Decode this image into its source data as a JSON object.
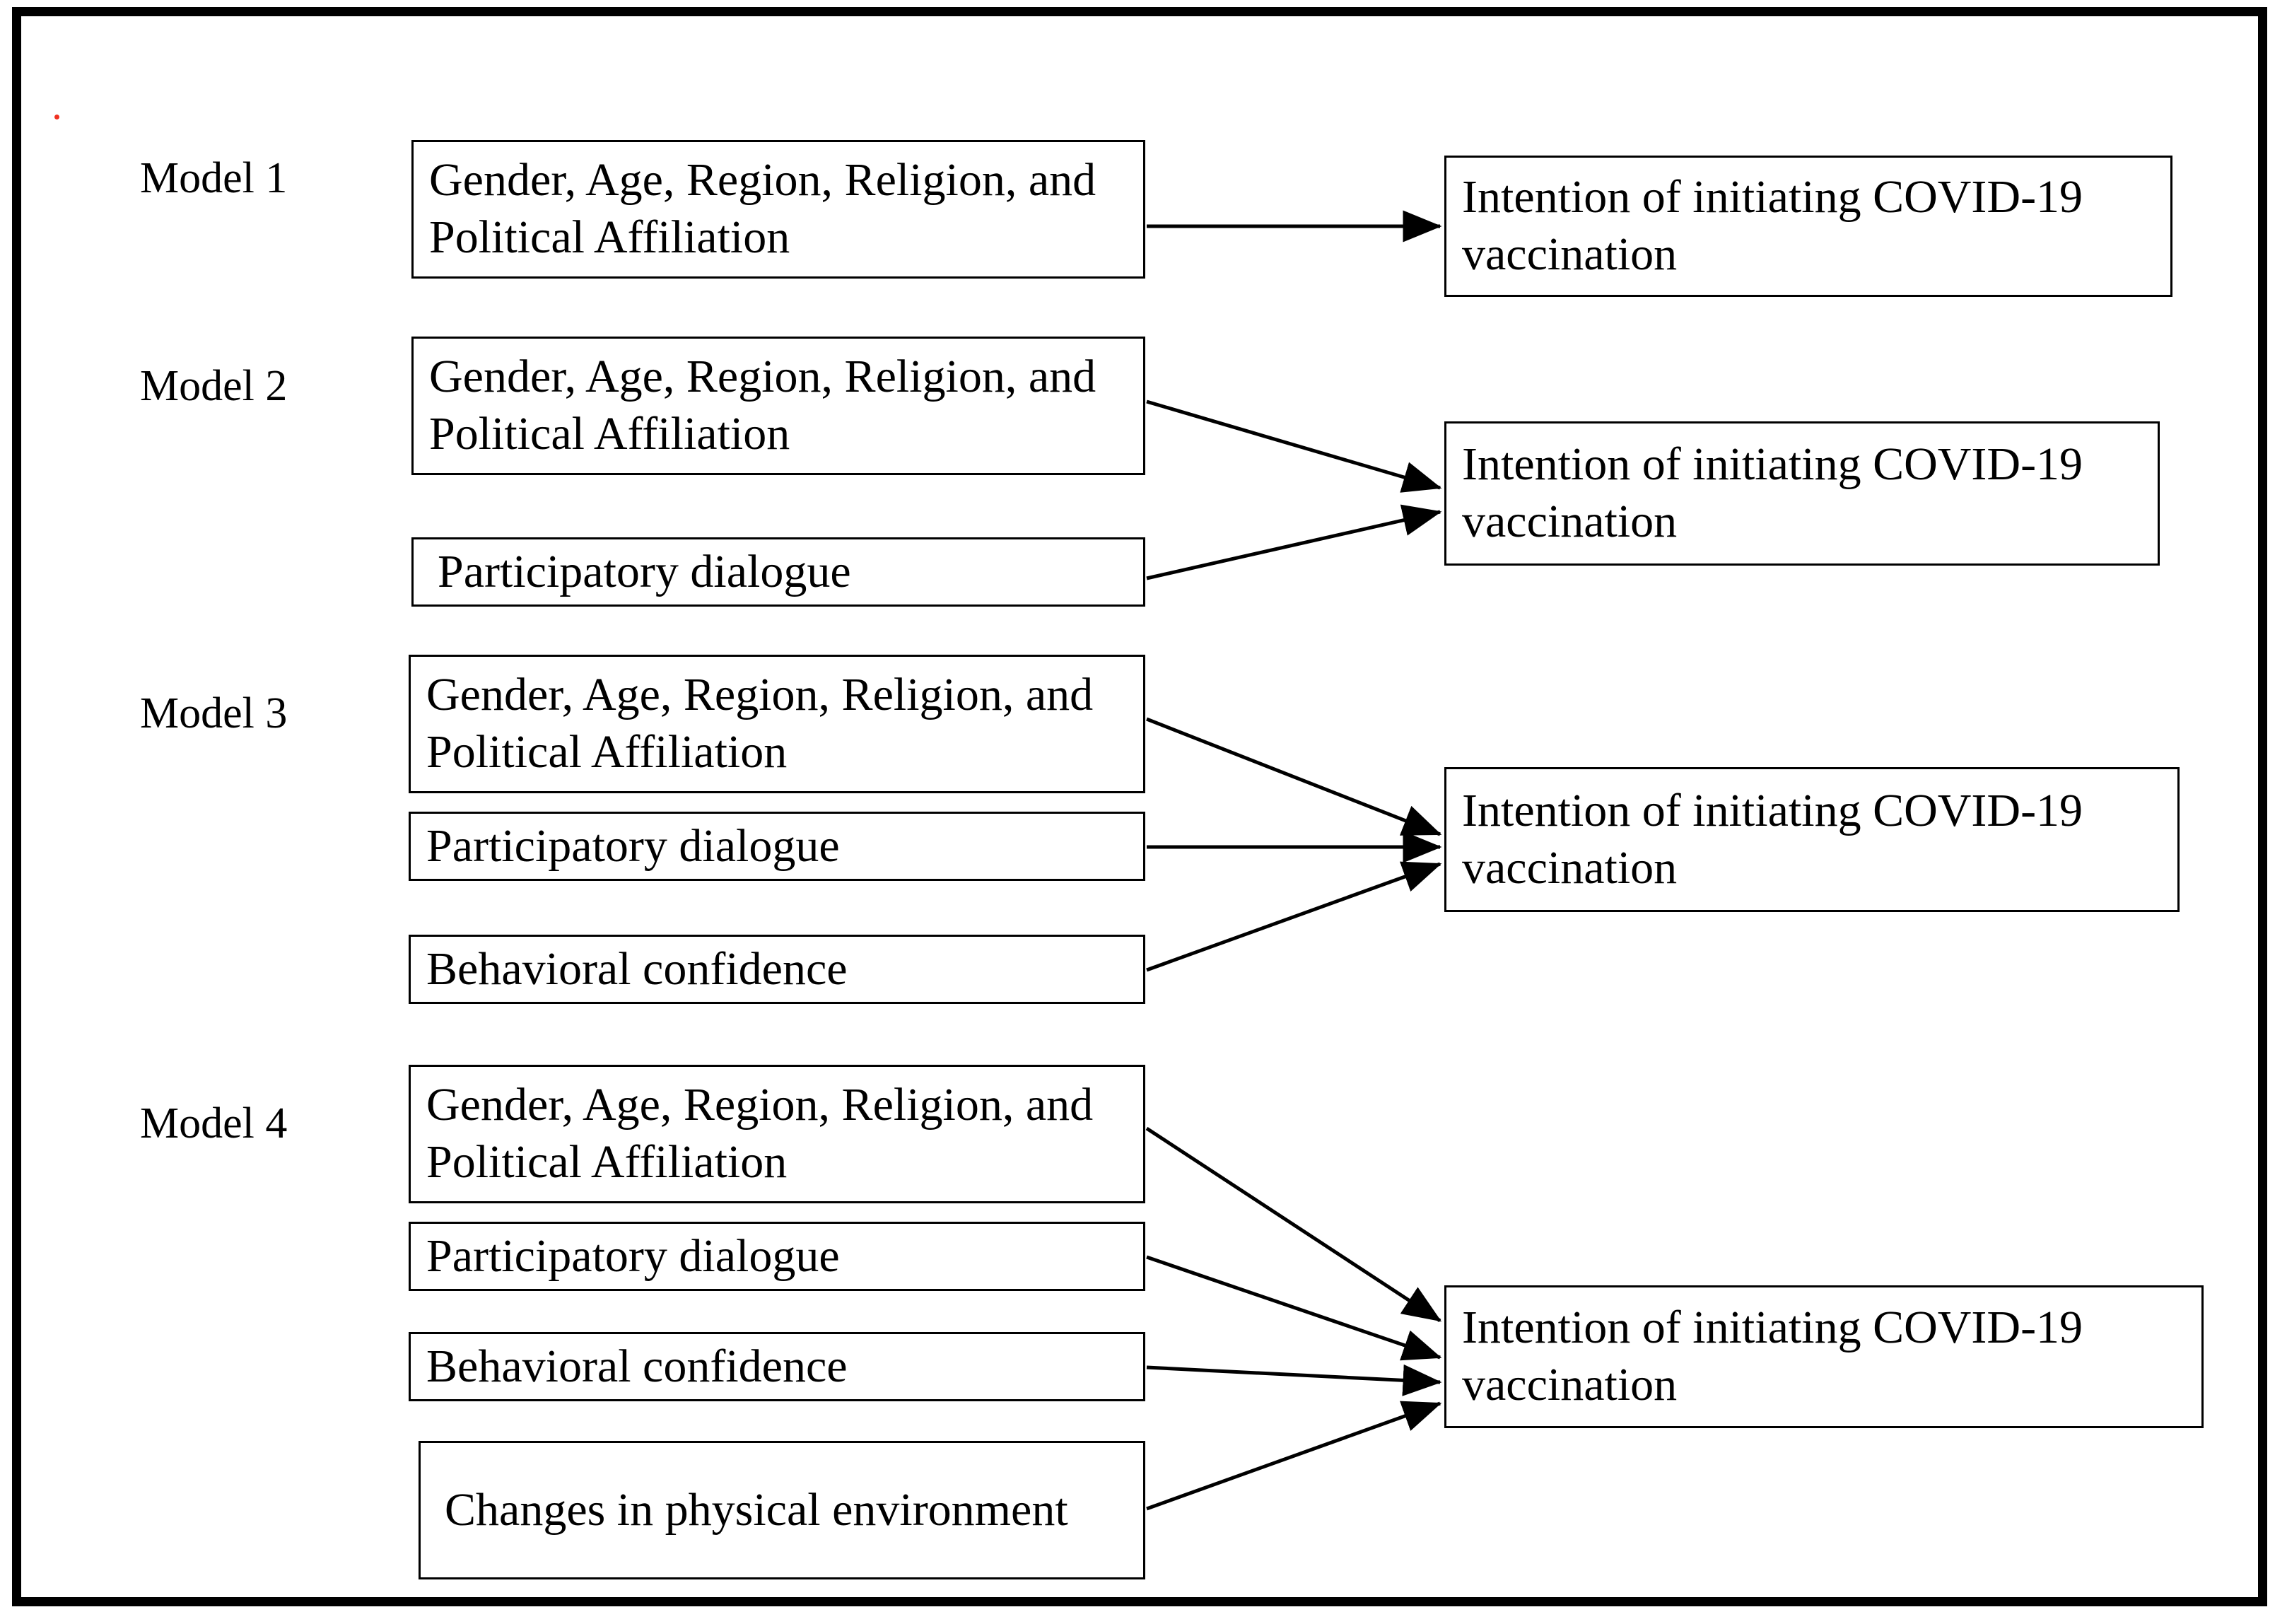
{
  "figure": {
    "kind": "conceptual-model-diagram",
    "border_color": "#000000",
    "background": "#ffffff",
    "artifact_dot_color": "#f03020"
  },
  "models": [
    {
      "id": "model-1",
      "label": "Model 1",
      "predictors": [
        {
          "id": "m1-demographics",
          "text": "Gender, Age, Region, Religion, and Political Affiliation"
        }
      ],
      "outcome": {
        "id": "m1-outcome",
        "text": "Intention of initiating COVID-19 vaccination"
      }
    },
    {
      "id": "model-2",
      "label": "Model 2",
      "predictors": [
        {
          "id": "m2-demographics",
          "text": "Gender, Age, Region, Religion, and Political Affiliation"
        },
        {
          "id": "m2-participatory-dialogue",
          "text": "Participatory dialogue"
        }
      ],
      "outcome": {
        "id": "m2-outcome",
        "text": "Intention of initiating COVID-19 vaccination"
      }
    },
    {
      "id": "model-3",
      "label": "Model 3",
      "predictors": [
        {
          "id": "m3-demographics",
          "text": "Gender, Age, Region, Religion, and Political Affiliation"
        },
        {
          "id": "m3-participatory-dialogue",
          "text": "Participatory dialogue"
        },
        {
          "id": "m3-behavioral-confidence",
          "text": "Behavioral confidence"
        }
      ],
      "outcome": {
        "id": "m3-outcome",
        "text": "Intention of initiating COVID-19 vaccination"
      }
    },
    {
      "id": "model-4",
      "label": "Model 4",
      "predictors": [
        {
          "id": "m4-demographics",
          "text": "Gender, Age, Region, Religion, and Political Affiliation"
        },
        {
          "id": "m4-participatory-dialogue",
          "text": "Participatory dialogue"
        },
        {
          "id": "m4-behavioral-confidence",
          "text": "Behavioral confidence"
        },
        {
          "id": "m4-changes-physical-environment",
          "text": "Changes in physical environment"
        }
      ],
      "outcome": {
        "id": "m4-outcome",
        "text": "Intention of initiating COVID-19 vaccination"
      }
    }
  ]
}
